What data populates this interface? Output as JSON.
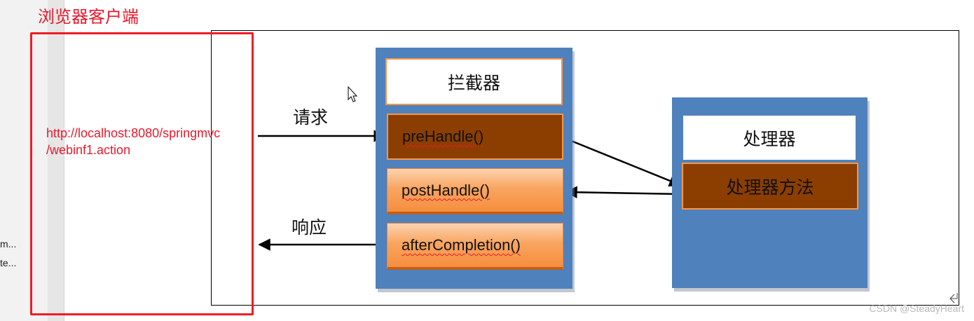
{
  "thumbnails": {
    "line1": "m...",
    "line2": "te..."
  },
  "annotation": {
    "title": "浏览器客户端",
    "url": "http://localhost:8080/springmvc\n/webinf1.action"
  },
  "diagram": {
    "request_label": "请求",
    "response_label": "响应",
    "interceptor": {
      "title": "拦截器",
      "pre_handle": "preHandle()",
      "post_handle": "postHandle()",
      "after_completion": "afterCompletion()"
    },
    "handler": {
      "title": "处理器",
      "method": "处理器方法"
    }
  },
  "watermark": "CSDN @SteadyHeart",
  "colors": {
    "annotation_red": "#e8192c",
    "panel_blue": "#4f81bd",
    "box_brown": "#8b3e00",
    "box_orange": "#f68e3e",
    "box_border": "#f79646"
  }
}
